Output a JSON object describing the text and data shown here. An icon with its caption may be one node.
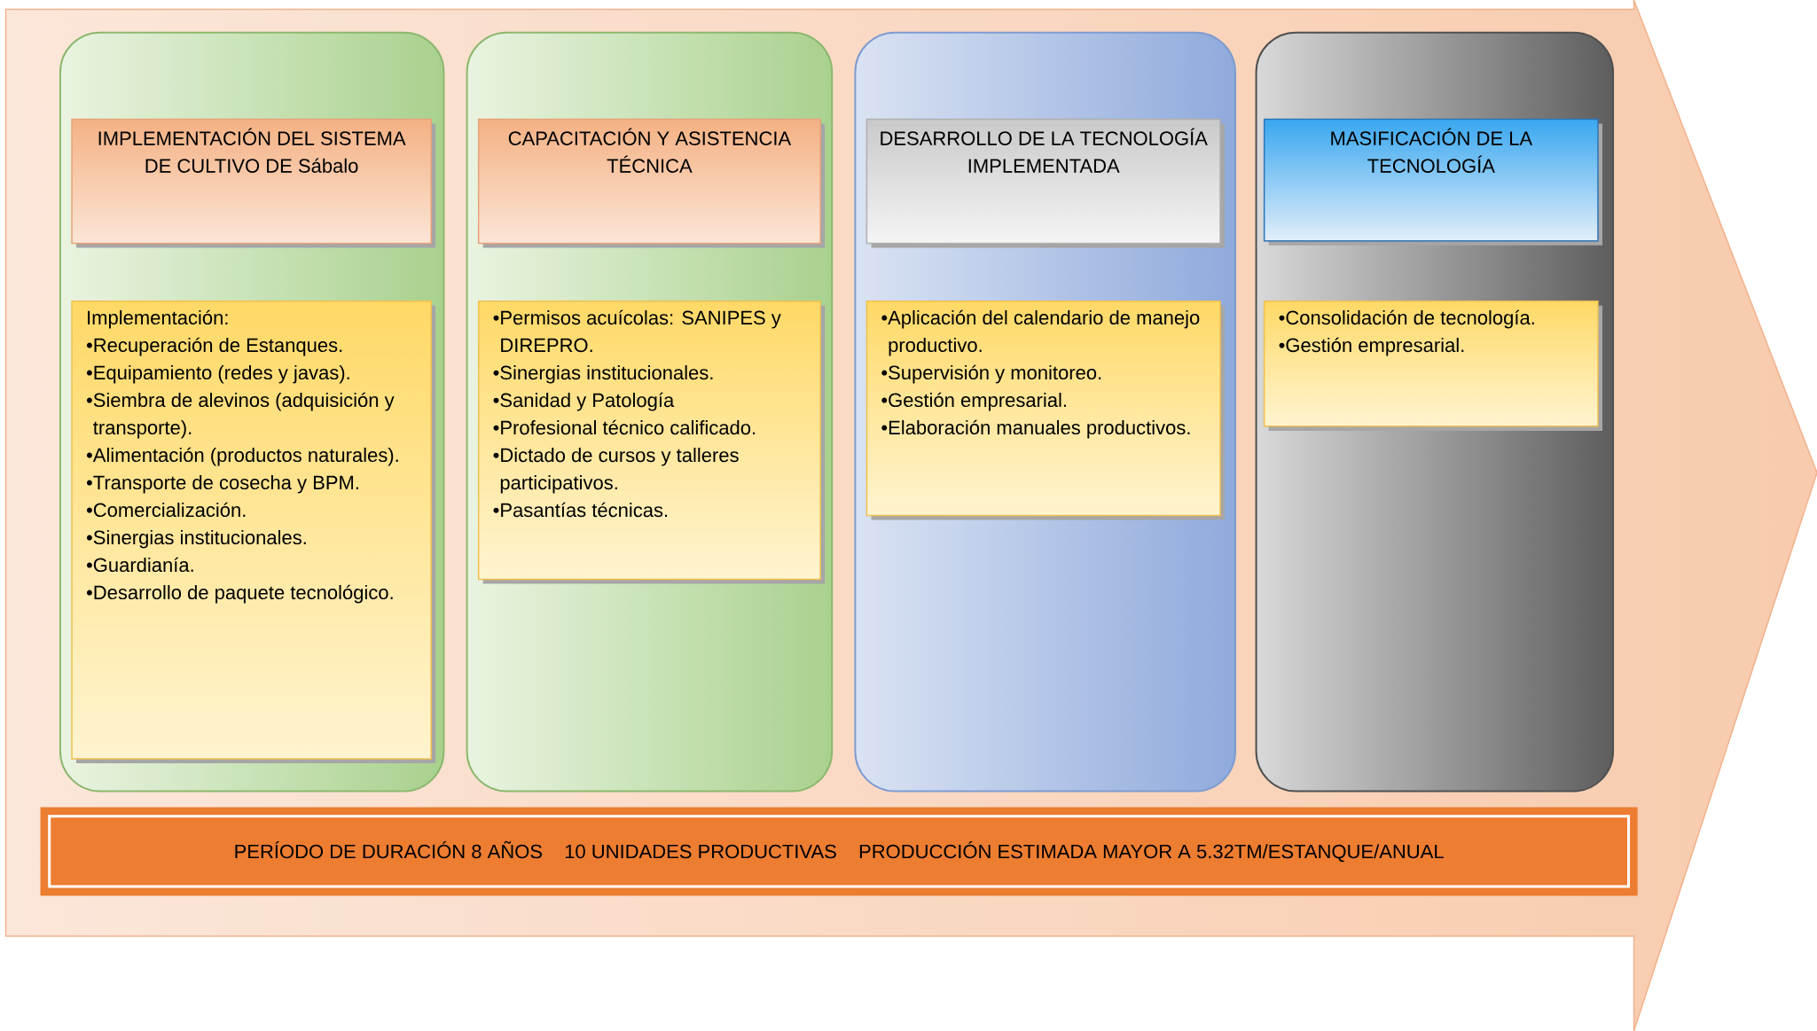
{
  "diagram": {
    "nodes": [
      {
        "text": [],
        "shape": "arrow"
      },
      {
        "text": [],
        "shape": "box",
        "in": 0
      },
      {
        "text": [
          "IMPLEMENTACIÓN DEL SISTEMA DE CULTIVO DE Sábalo"
        ],
        "in": 1
      },
      {
        "text": [
          "Implementación:",
          "•Recuperación de Estanques.",
          "•Equipamiento (redes y javas).",
          "•Siembra de alevinos (adquisición y transporte).",
          "•Alimentación (productos naturales).",
          "•Transporte de cosecha y BPM.",
          "•Comercialización.",
          "•Sinergias institucionales.",
          "•Guardianía.",
          "•Desarrollo de paquete tecnológico."
        ],
        "in": 1
      },
      {
        "text": [],
        "shape": "box",
        "in": 0
      },
      {
        "text": [
          "CAPACITACIÓN Y ASISTENCIA TÉCNICA"
        ],
        "in": 4
      },
      {
        "text": [
          "•Permisos acuícolas: SANIPES y DIREPRO.",
          "•Sinergias institucionales.",
          "•Sanidad y Patología",
          "•Profesional técnico calificado.",
          "•Dictado de cursos y talleres participativos.",
          "•Pasantías técnicas."
        ],
        "in": 4
      },
      {
        "text": [],
        "shape": "box",
        "in": 0
      },
      {
        "text": [
          "DESARROLLO DE LA TECNOLOGÍA IMPLEMENTADA"
        ],
        "in": 7
      },
      {
        "text": [
          "•Aplicación del calendario de manejo productivo.",
          "•Supervisión y monitoreo.",
          "•Gestión empresarial.",
          "•Elaboración manuales productivos."
        ],
        "in": 7
      },
      {
        "text": [],
        "shape": "box",
        "in": 0
      },
      {
        "text": [
          "MASIFICACIÓN DE LA TECNOLOGÍA"
        ],
        "in": 10
      },
      {
        "text": [
          "•Consolidación de tecnología.",
          "•Gestión empresarial."
        ],
        "in": 10
      },
      {
        "text": [
          "PERÍODO DE DURACIÓN 8 AÑOS",
          "10 UNIDADES PRODUCTIVAS",
          "PRODUCCIÓN ESTIMADA MAYOR A 5.32TM/ESTANQUE/ANUAL"
        ],
        "in": 0
      }
    ]
  }
}
